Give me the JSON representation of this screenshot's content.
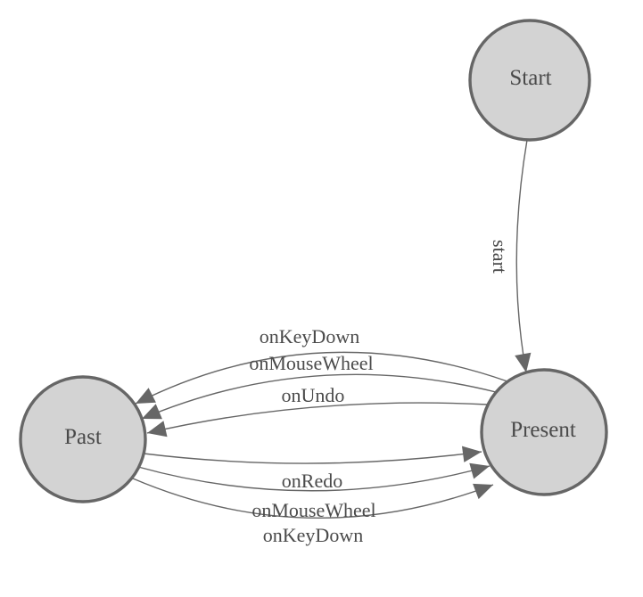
{
  "diagram": {
    "type": "state-diagram",
    "nodes": [
      {
        "id": "start",
        "label": "Start"
      },
      {
        "id": "past",
        "label": "Past"
      },
      {
        "id": "present",
        "label": "Present"
      }
    ],
    "edges": [
      {
        "from": "Start",
        "to": "Present",
        "label": "start"
      },
      {
        "from": "Present",
        "to": "Past",
        "label": "onKeyDown"
      },
      {
        "from": "Present",
        "to": "Past",
        "label": "onMouseWheel"
      },
      {
        "from": "Present",
        "to": "Past",
        "label": "onUndo"
      },
      {
        "from": "Past",
        "to": "Present",
        "label": "onRedo"
      },
      {
        "from": "Past",
        "to": "Present",
        "label": "onMouseWheel"
      },
      {
        "from": "Past",
        "to": "Present",
        "label": "onKeyDown"
      }
    ]
  },
  "colors": {
    "background": "#ffffff",
    "node_fill": "#d3d3d3",
    "node_stroke": "#666666",
    "edge_color": "#666666",
    "label_color": "#4a4a4a"
  }
}
